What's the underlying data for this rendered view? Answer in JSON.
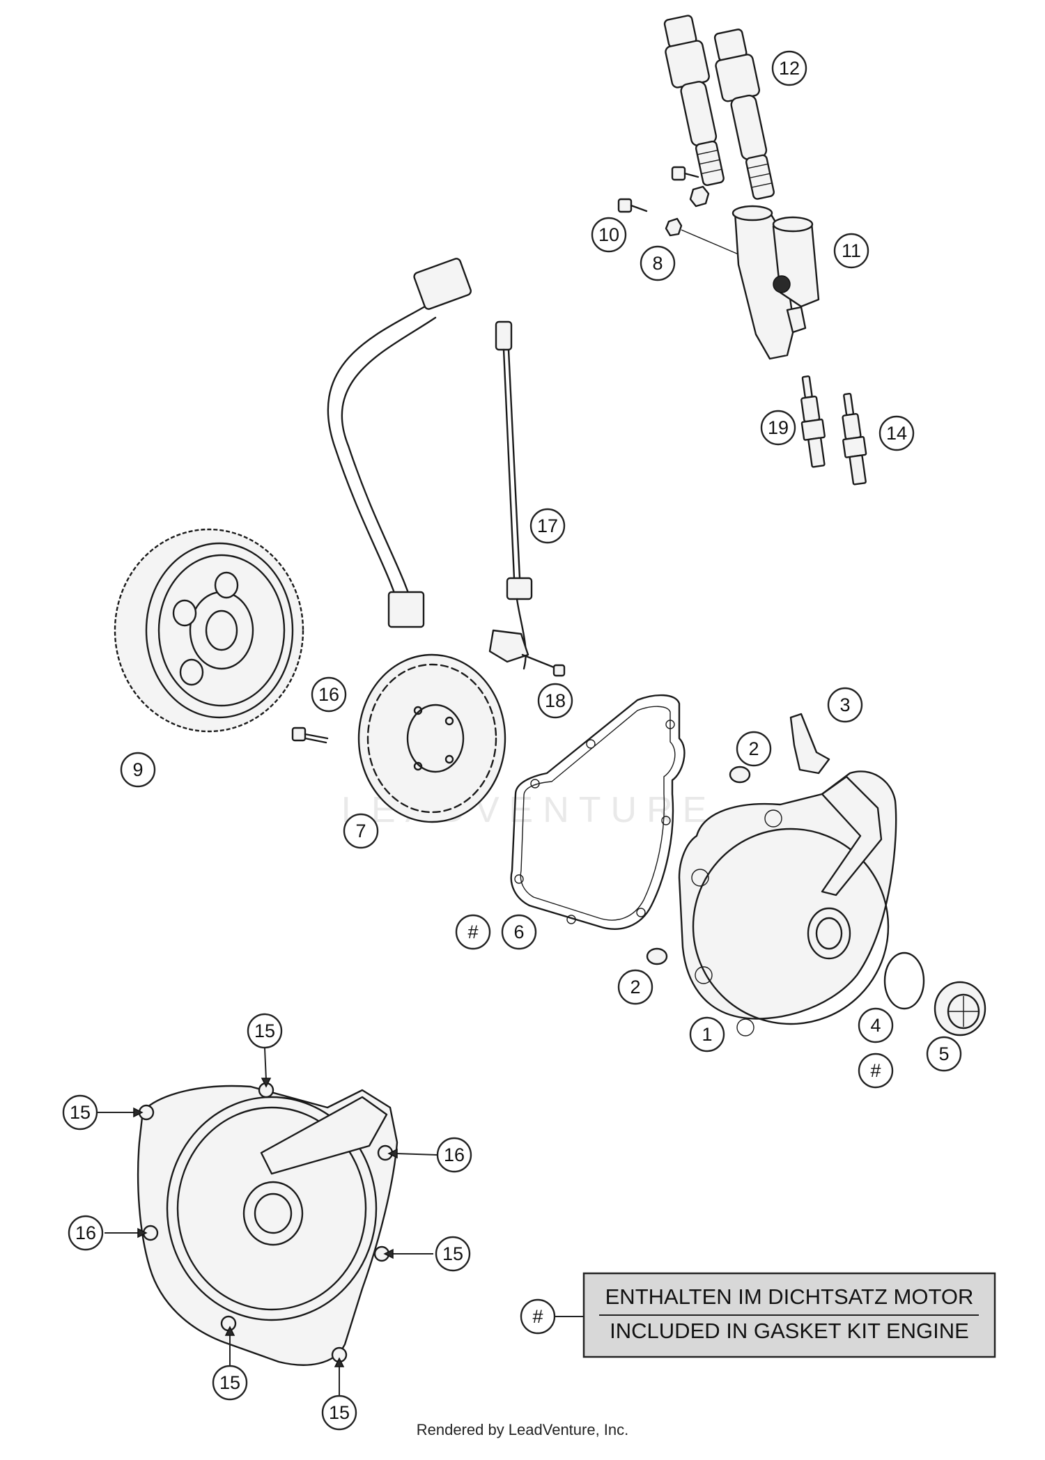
{
  "watermark": "LEADVENTURE",
  "callouts": [
    {
      "id": "c12",
      "label": "12"
    },
    {
      "id": "c10",
      "label": "10"
    },
    {
      "id": "c8",
      "label": "8"
    },
    {
      "id": "c11",
      "label": "11"
    },
    {
      "id": "c19",
      "label": "19"
    },
    {
      "id": "c14",
      "label": "14"
    },
    {
      "id": "c17",
      "label": "17"
    },
    {
      "id": "c16a",
      "label": "16"
    },
    {
      "id": "c18",
      "label": "18"
    },
    {
      "id": "c3",
      "label": "3"
    },
    {
      "id": "c2a",
      "label": "2"
    },
    {
      "id": "c9",
      "label": "9"
    },
    {
      "id": "c7",
      "label": "7"
    },
    {
      "id": "c6hash",
      "label": "#"
    },
    {
      "id": "c6",
      "label": "6"
    },
    {
      "id": "c2b",
      "label": "2"
    },
    {
      "id": "c1",
      "label": "1"
    },
    {
      "id": "c4",
      "label": "4"
    },
    {
      "id": "c4hash",
      "label": "#"
    },
    {
      "id": "c5",
      "label": "5"
    },
    {
      "id": "c15a",
      "label": "15"
    },
    {
      "id": "c15b",
      "label": "15"
    },
    {
      "id": "c16b",
      "label": "16"
    },
    {
      "id": "c16c",
      "label": "16"
    },
    {
      "id": "c15c",
      "label": "15"
    },
    {
      "id": "c15d",
      "label": "15"
    },
    {
      "id": "c15e",
      "label": "15"
    },
    {
      "id": "legendhash",
      "label": "#"
    }
  ],
  "legend": {
    "line1": "ENTHALTEN IM DICHTSATZ MOTOR",
    "line2": "INCLUDED IN GASKET KIT ENGINE"
  },
  "footer": "Rendered by LeadVenture, Inc."
}
